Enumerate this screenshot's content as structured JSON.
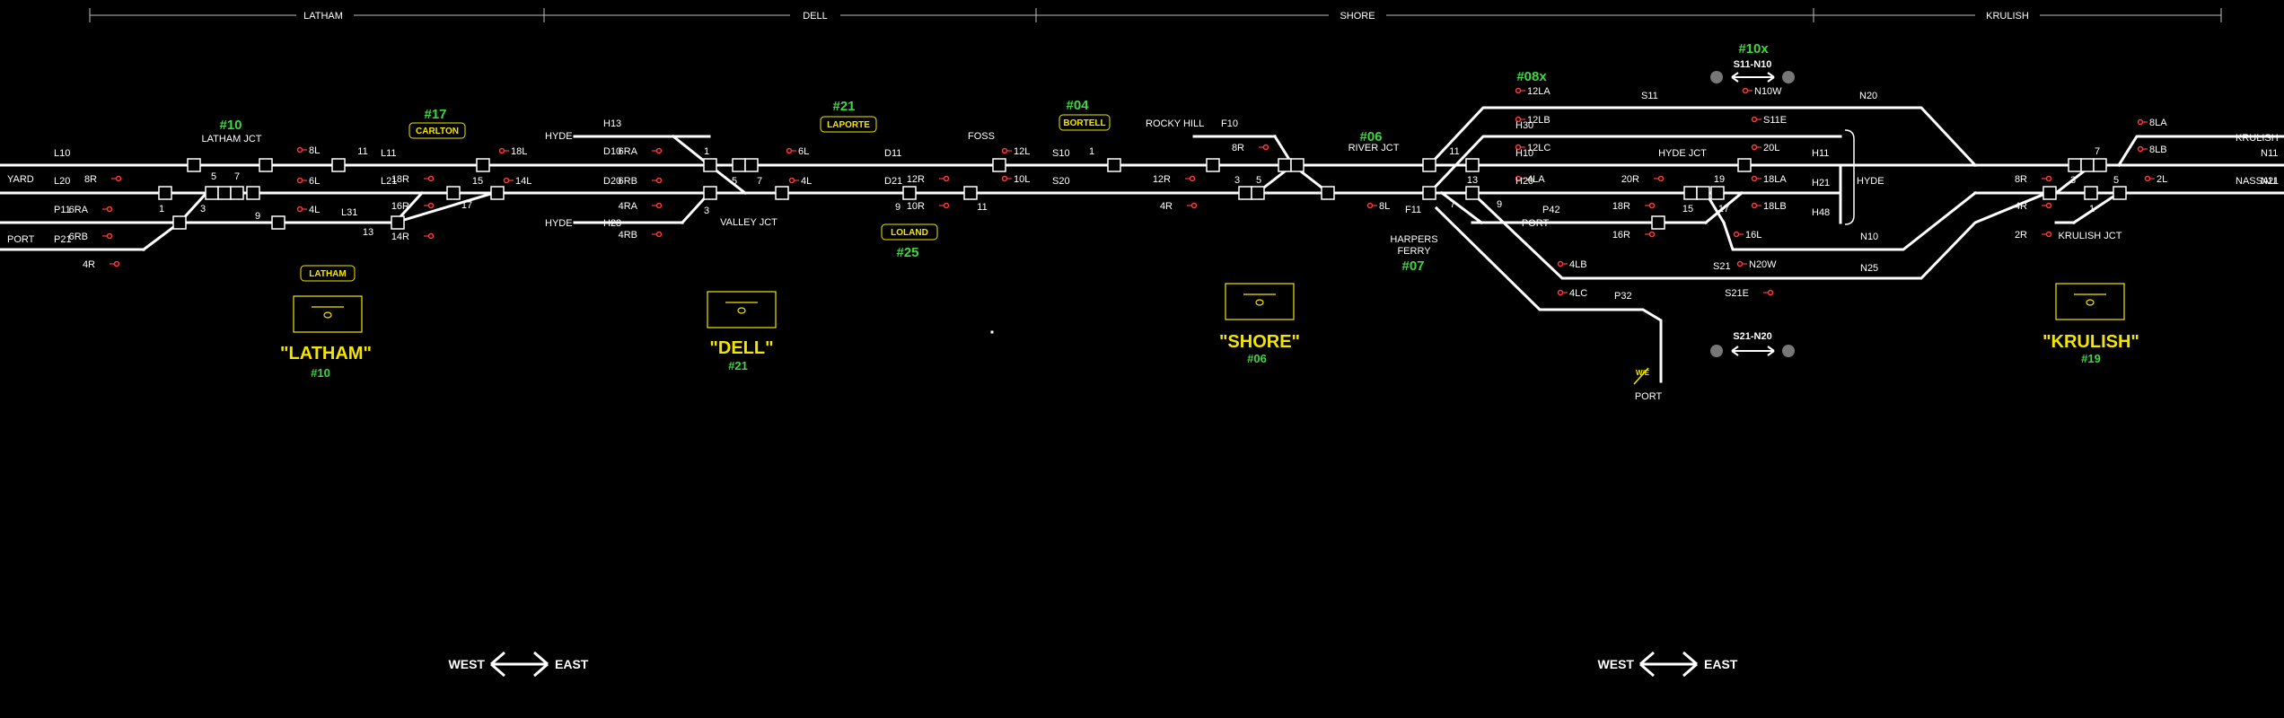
{
  "zones": [
    "LATHAM",
    "DELL",
    "SHORE",
    "KRULISH"
  ],
  "stations": [
    {
      "name": "\"LATHAM\"",
      "num": "#10"
    },
    {
      "name": "\"DELL\"",
      "num": "#21"
    },
    {
      "name": "\"SHORE\"",
      "num": "#06"
    },
    {
      "name": "\"KRULISH\"",
      "num": "#19"
    }
  ],
  "tags": [
    "CARLTON",
    "LATHAM",
    "LAPORTE",
    "LOLAND",
    "BORTELL"
  ],
  "green_labels": [
    "#10",
    "#17",
    "#21",
    "#25",
    "#04",
    "#06",
    "#07",
    "#08x",
    "#10x"
  ],
  "place_labels": [
    "LATHAM JCT",
    "YARD",
    "PORT",
    "HYDE",
    "HYDE",
    "VALLEY JCT",
    "FOSS",
    "ROCKY HILL",
    "RIVER JCT",
    "HARPERS",
    "FERRY",
    "HYDE JCT",
    "HYDE",
    "PORT",
    "KRULISH JCT",
    "KRULISH",
    "NASSAU",
    "PORT"
  ],
  "track_labels": [
    "L10",
    "L20",
    "P11",
    "P21",
    "L11",
    "L21",
    "L31",
    "H13",
    "D10",
    "D20",
    "H23",
    "D11",
    "D21",
    "S10",
    "S20",
    "F10",
    "F11",
    "S11",
    "H30",
    "H10",
    "H20",
    "P42",
    "S21",
    "H11",
    "H21",
    "H48",
    "N10",
    "N25",
    "N20",
    "N11",
    "N21",
    "P32"
  ],
  "signal_labels": [
    "8R",
    "6RA",
    "6RB",
    "4R",
    "8L",
    "6L",
    "4L",
    "18R",
    "16R",
    "14R",
    "18L",
    "14L",
    "6RA",
    "6RB",
    "4RA",
    "4RB",
    "6L",
    "4L",
    "12R",
    "10R",
    "12L",
    "10L",
    "12R",
    "4R",
    "8R",
    "8L",
    "12LA",
    "12LB",
    "12LC",
    "4LA",
    "4LB",
    "4LC",
    "20R",
    "18R",
    "16R",
    "20L",
    "18LA",
    "18LB",
    "16L",
    "N10W",
    "S11E",
    "N20W",
    "S21E",
    "8R",
    "4R",
    "2R",
    "8LA",
    "8LB",
    "2L"
  ],
  "switch_numbers": [
    "5",
    "7",
    "1",
    "3",
    "9",
    "11",
    "15",
    "17",
    "13",
    "1",
    "5",
    "7",
    "3",
    "9",
    "11",
    "1",
    "3",
    "5",
    "11",
    "13",
    "7",
    "9",
    "19",
    "15",
    "17",
    "7",
    "3",
    "5",
    "1"
  ],
  "crossings": [
    "S11-N10",
    "S21-N20"
  ],
  "compass": "W/E",
  "directions": [
    {
      "west": "WEST",
      "east": "EAST"
    },
    {
      "west": "WEST",
      "east": "EAST"
    }
  ],
  "colors": {
    "background": "#000000",
    "track": "#ffffff",
    "signal": "#ff3b3b",
    "station": "#f2e600",
    "label_green": "#3fd63f"
  }
}
